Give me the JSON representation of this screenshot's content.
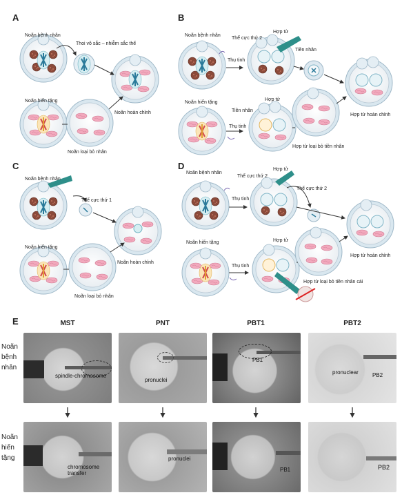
{
  "panels": {
    "A": {
      "letter": "A",
      "patient_oocyte": "Noãn bệnh nhân",
      "spindle": "Thoi vô sắc – nhiễm sắc thể",
      "donor_oocyte": "Noãn hiến tặng",
      "complete_oocyte": "Noãn hoàn chỉnh",
      "enucleated_oocyte": "Noãn loại bỏ nhân"
    },
    "B": {
      "letter": "B",
      "patient_oocyte": "Noãn bệnh nhân",
      "second_polar_body": "Thể cực thứ 2",
      "zygote_top": "Hợp tử",
      "fertilization_top": "Thụ tinh",
      "pronucleus_top": "Tiền nhân",
      "donor_oocyte": "Noãn hiến tặng",
      "zygote_bottom": "Hợp tử",
      "pronucleus_bottom": "Tiền nhân",
      "fertilization_bottom": "Thụ tinh",
      "complete_zygote": "Hợp tử hoàn chỉnh",
      "enucleated_zygote": "Hợp tử loại bỏ tiền nhân"
    },
    "C": {
      "letter": "C",
      "patient_oocyte": "Noãn bệnh nhân",
      "first_polar_body": "Thể cực thứ 1",
      "donor_oocyte": "Noãn hiến tặng",
      "complete_oocyte": "Noãn hoàn chỉnh",
      "enucleated_oocyte": "Noãn loại bỏ nhân"
    },
    "D": {
      "letter": "D",
      "patient_oocyte": "Noãn bệnh nhân",
      "second_polar_body_a": "Thể cực thứ 2",
      "zygote_top": "Hợp tử",
      "second_polar_body_b": "Thể cực thứ 2",
      "fertilization_top": "Thụ tinh",
      "donor_oocyte": "Noãn hiến tặng",
      "zygote_bottom": "Hợp tử",
      "fertilization_bottom": "Thụ tinh",
      "complete_zygote": "Hợp tử hoàn chỉnh",
      "enucleated_female_pn": "Hợp tử loại bỏ tiền nhân cái"
    },
    "E": {
      "letter": "E",
      "columns": [
        "MST",
        "PNT",
        "PBT1",
        "PBT2"
      ],
      "row_patient": "Noãn bệnh nhân",
      "row_donor": "Noãn hiến tặng",
      "photo_labels": {
        "mst_top": "spindle-chromosome",
        "pnt_top": "pronuclei",
        "pbt1_top": "PB1",
        "pbt2_top_a": "pronuclear",
        "pbt2_top_b": "PB2",
        "mst_bottom": "chromosome\ntransfer",
        "pnt_bottom": "pronuclei",
        "pbt1_bottom": "PB1",
        "pbt2_bottom": "PB2"
      }
    }
  },
  "colors": {
    "zona": "#cfe0ea",
    "cytoplasm": "#f3ecee",
    "mito_pink": "#f2a9bd",
    "mito_brown": "#8b4a3a",
    "spindle_blue": "#2a7a9a",
    "pipette": "#2e8f8a",
    "photo_bg": "#9a9a9a"
  }
}
